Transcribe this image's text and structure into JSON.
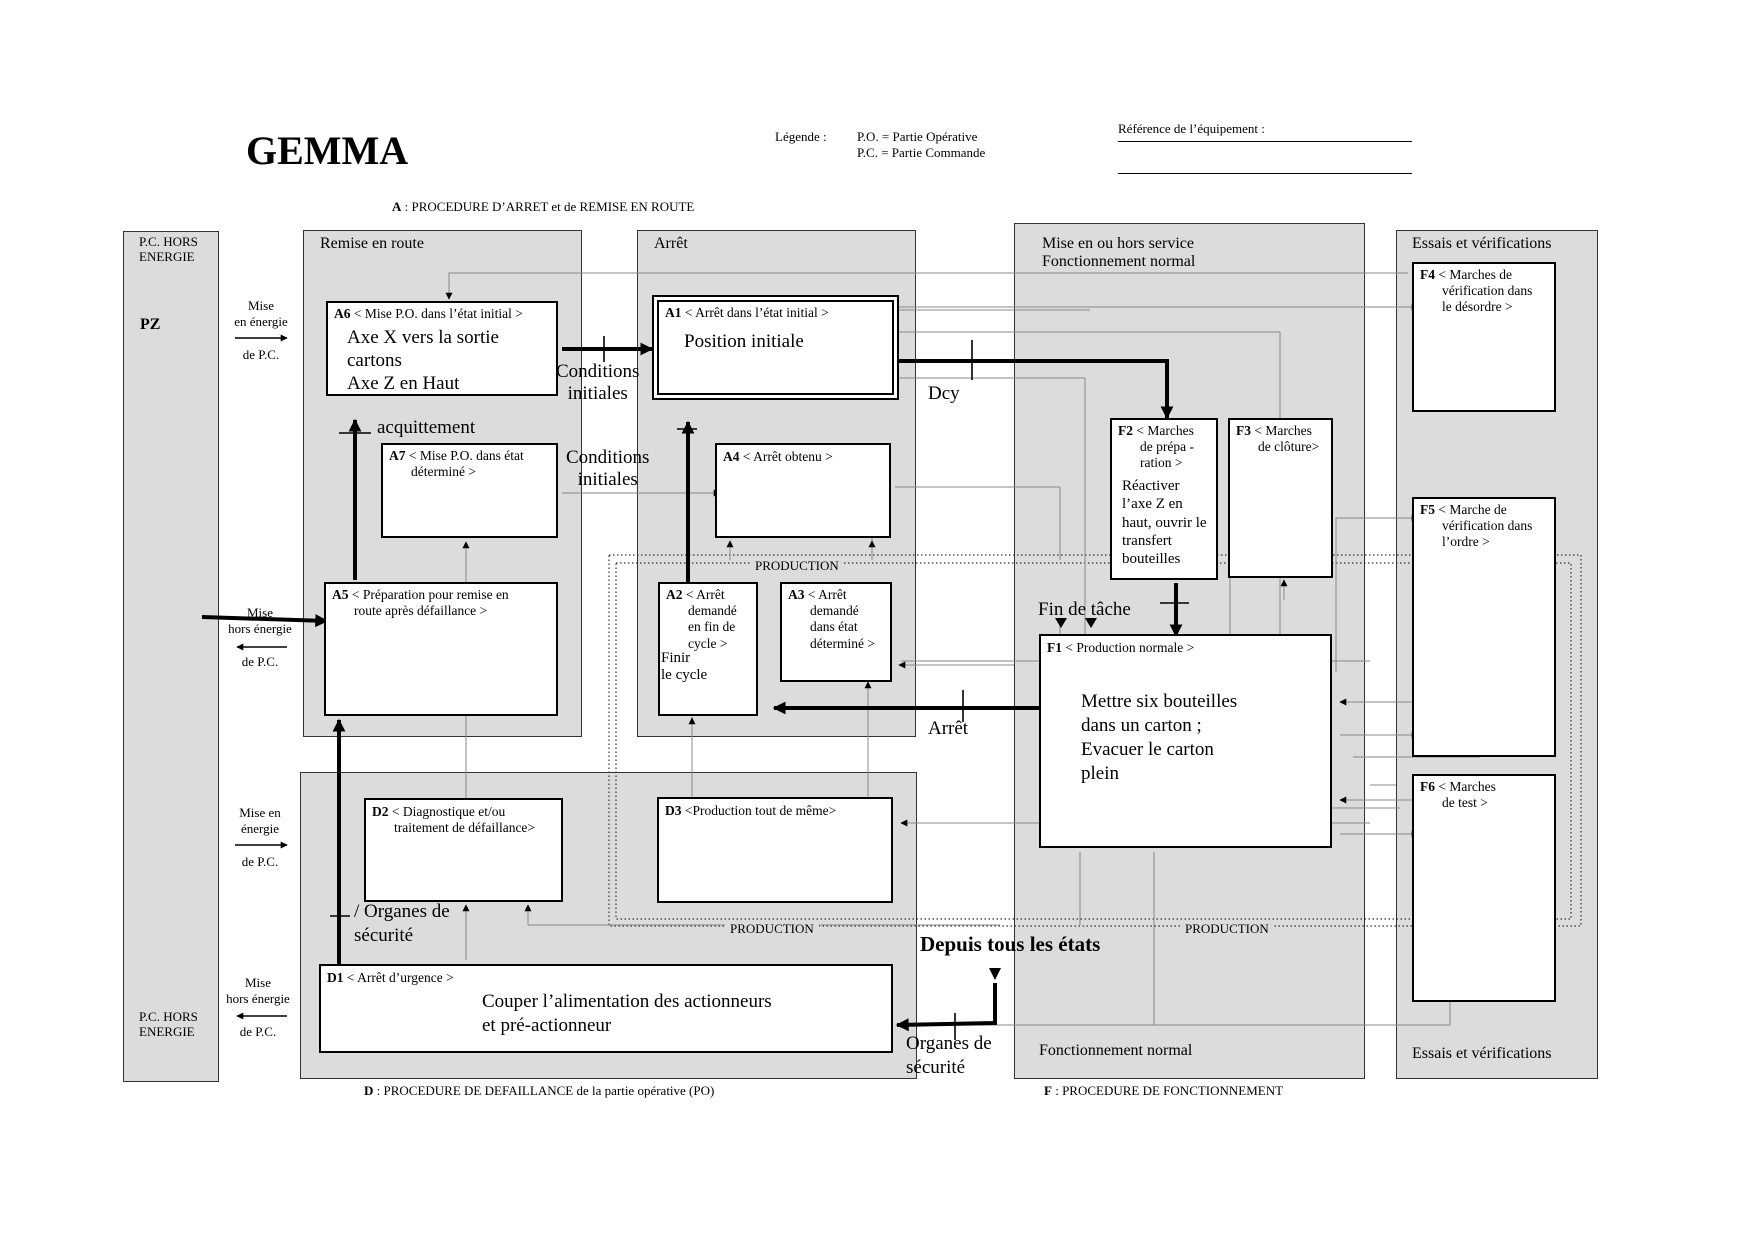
{
  "title": "GEMMA",
  "legend": {
    "label": "Légende :",
    "po": "P.O. =  Partie Opérative",
    "pc": "P.C. =  Partie Commande"
  },
  "reference": {
    "label": "Référence de l’équipement :"
  },
  "procedures": {
    "a_prefix": "A",
    "a_text": " :  PROCEDURE D’ARRET et de REMISE EN ROUTE",
    "d_prefix": "D",
    "d_text": " : PROCEDURE DE DEFAILLANCE de la partie opérative (PO)",
    "f_prefix": "F",
    "f_text": " : PROCEDURE DE FONCTIONNEMENT"
  },
  "pc_column": {
    "top_label_1": "P.C. HORS",
    "top_label_2": "ENERGIE",
    "pz": "PZ",
    "bottom_label_1": "P.C. HORS",
    "bottom_label_2": "ENERGIE"
  },
  "power_labels": {
    "mise_energie_1": [
      "Mise",
      "en énergie",
      "de P.C."
    ],
    "hors_energie_1": [
      "Mise",
      "hors énergie",
      "de P.C."
    ],
    "mise_energie_2": [
      "Mise en",
      "énergie",
      "de P.C."
    ],
    "hors_energie_2": [
      "Mise",
      "hors énergie",
      "de P.C."
    ]
  },
  "zones": {
    "remise": "Remise en route",
    "arret": "Arrêt",
    "service_1": "Mise en ou hors service",
    "service_2": "Fonctionnement normal",
    "service_bottom": "Fonctionnement normal",
    "essais": "Essais et vérifications",
    "essais_bottom": "Essais et vérifications"
  },
  "states": {
    "a6": {
      "code": "A6",
      "name": " < Mise P.O. dans l’état initial >",
      "action": [
        "Axe X vers la sortie",
        "cartons",
        "Axe Z en Haut"
      ]
    },
    "a7": {
      "code": "A7",
      "name": " < Mise P.O. dans état",
      "name2": "déterminé >"
    },
    "a5": {
      "code": "A5",
      "name": " < Préparation pour remise en",
      "name2": "route après défaillance >"
    },
    "a1": {
      "code": "A1",
      "name": " < Arrêt dans l’état initial >",
      "action": "Position initiale"
    },
    "a4": {
      "code": "A4",
      "name": " < Arrêt obtenu >"
    },
    "a2": {
      "code": "A2",
      "name": " < Arrêt",
      "name2": [
        "demandé",
        "en fin de",
        "cycle >"
      ],
      "action": [
        "Finir",
        "le cycle"
      ]
    },
    "a3": {
      "code": "A3",
      "name": " < Arrêt",
      "name2": [
        "demandé",
        "dans état",
        "déterminé >"
      ]
    },
    "d2": {
      "code": "D2",
      "name": " < Diagnostique et/ou",
      "name2": "traitement de défaillance>"
    },
    "d3": {
      "code": "D3",
      "name": " <Production tout de même>"
    },
    "d1": {
      "code": "D1",
      "name": " < Arrêt d’urgence >",
      "action": [
        "Couper l’alimentation des actionneurs",
        "et pré-actionneur"
      ]
    },
    "f2": {
      "code": "F2",
      "name": " < Marches",
      "name2": [
        "de prépa -",
        "ration >"
      ],
      "action": [
        "Réactiver",
        "l’axe Z en",
        "haut, ouvrir le",
        "transfert",
        "bouteilles"
      ]
    },
    "f3": {
      "code": "F3",
      "name": " < Marches",
      "name2": "de clôture>"
    },
    "f1": {
      "code": "F1",
      "name": " < Production normale >",
      "action": [
        "Mettre six bouteilles",
        "dans un carton ;",
        "Evacuer le carton",
        "plein"
      ]
    },
    "f4": {
      "code": "F4",
      "name": " < Marches de",
      "name2": [
        "vérification dans",
        "le désordre >"
      ]
    },
    "f5": {
      "code": "F5",
      "name": " < Marche de",
      "name2": [
        "vérification dans",
        "l’ordre >"
      ]
    },
    "f6": {
      "code": "F6",
      "name": " < Marches",
      "name2": "de test >"
    }
  },
  "transitions": {
    "conditions_initiales_1": [
      "Conditions",
      "initiales"
    ],
    "conditions_initiales_2": [
      "Conditions",
      "initiales"
    ],
    "acquittement": "acquittement",
    "dcy": "Dcy",
    "fin_de_tache": "Fin de tâche",
    "arret": "Arrêt",
    "organes_securite_1": [
      "/ Organes de",
      "sécurité"
    ],
    "organes_securite_2": [
      "Organes de",
      "sécurité"
    ],
    "depuis_tous_les_etats": "Depuis tous les états"
  },
  "production_labels": [
    "PRODUCTION",
    "PRODUCTION",
    "PRODUCTION"
  ]
}
